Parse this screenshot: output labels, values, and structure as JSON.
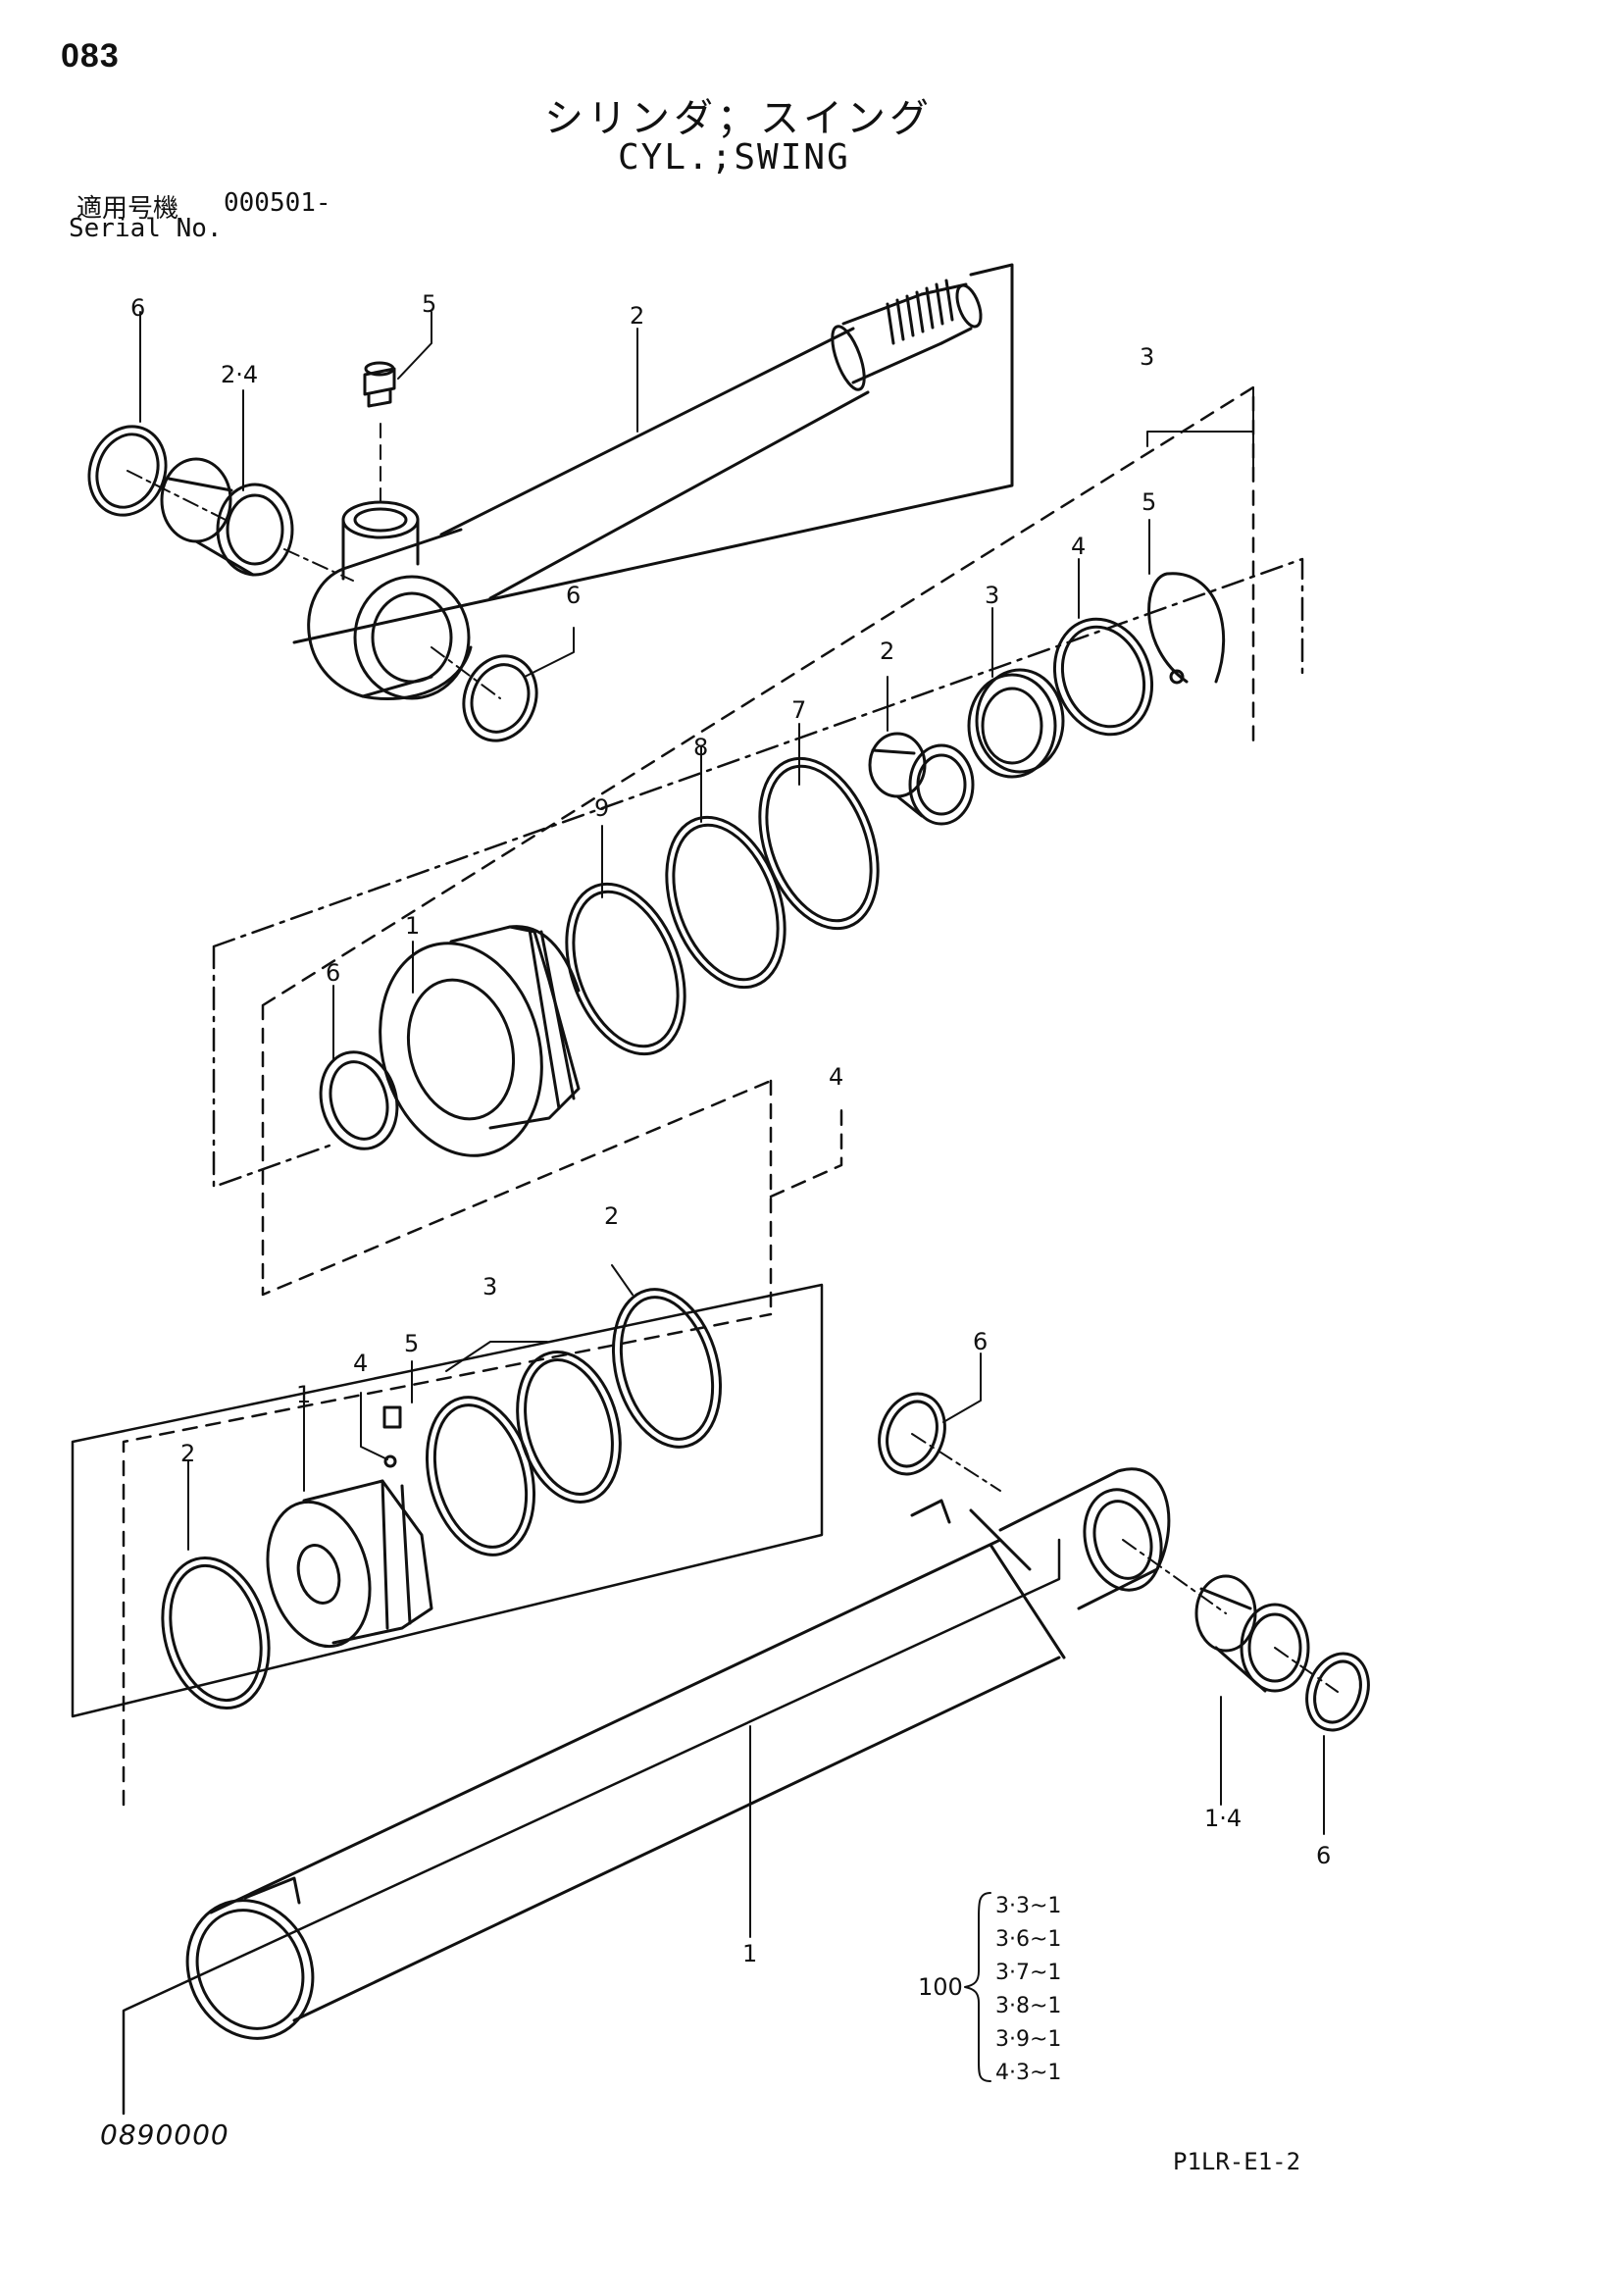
{
  "page": {
    "number": "083",
    "title_jp": "シリンダ；スイング",
    "title_en": "CYL.;SWING",
    "serial_label_jp": "適用号機",
    "serial_value": "000501-",
    "serial_label_en": "Serial No.",
    "drawing_code": "0890000",
    "ref_code": "P1LR-E1-2"
  },
  "callouts": {
    "rod_group": [
      "6",
      "2·4",
      "5",
      "2",
      "6"
    ],
    "head_group": [
      "3",
      "5",
      "4",
      "3",
      "2",
      "7",
      "8",
      "9",
      "1",
      "6"
    ],
    "piston_group": [
      "4",
      "2",
      "3",
      "5",
      "4",
      "1",
      "2"
    ],
    "tube_group": [
      "6",
      "1·4",
      "6",
      "1"
    ]
  },
  "kit": {
    "label": "100",
    "items": [
      "3·3~1",
      "3·6~1",
      "3·7~1",
      "3·8~1",
      "3·9~1",
      "4·3~1"
    ]
  }
}
